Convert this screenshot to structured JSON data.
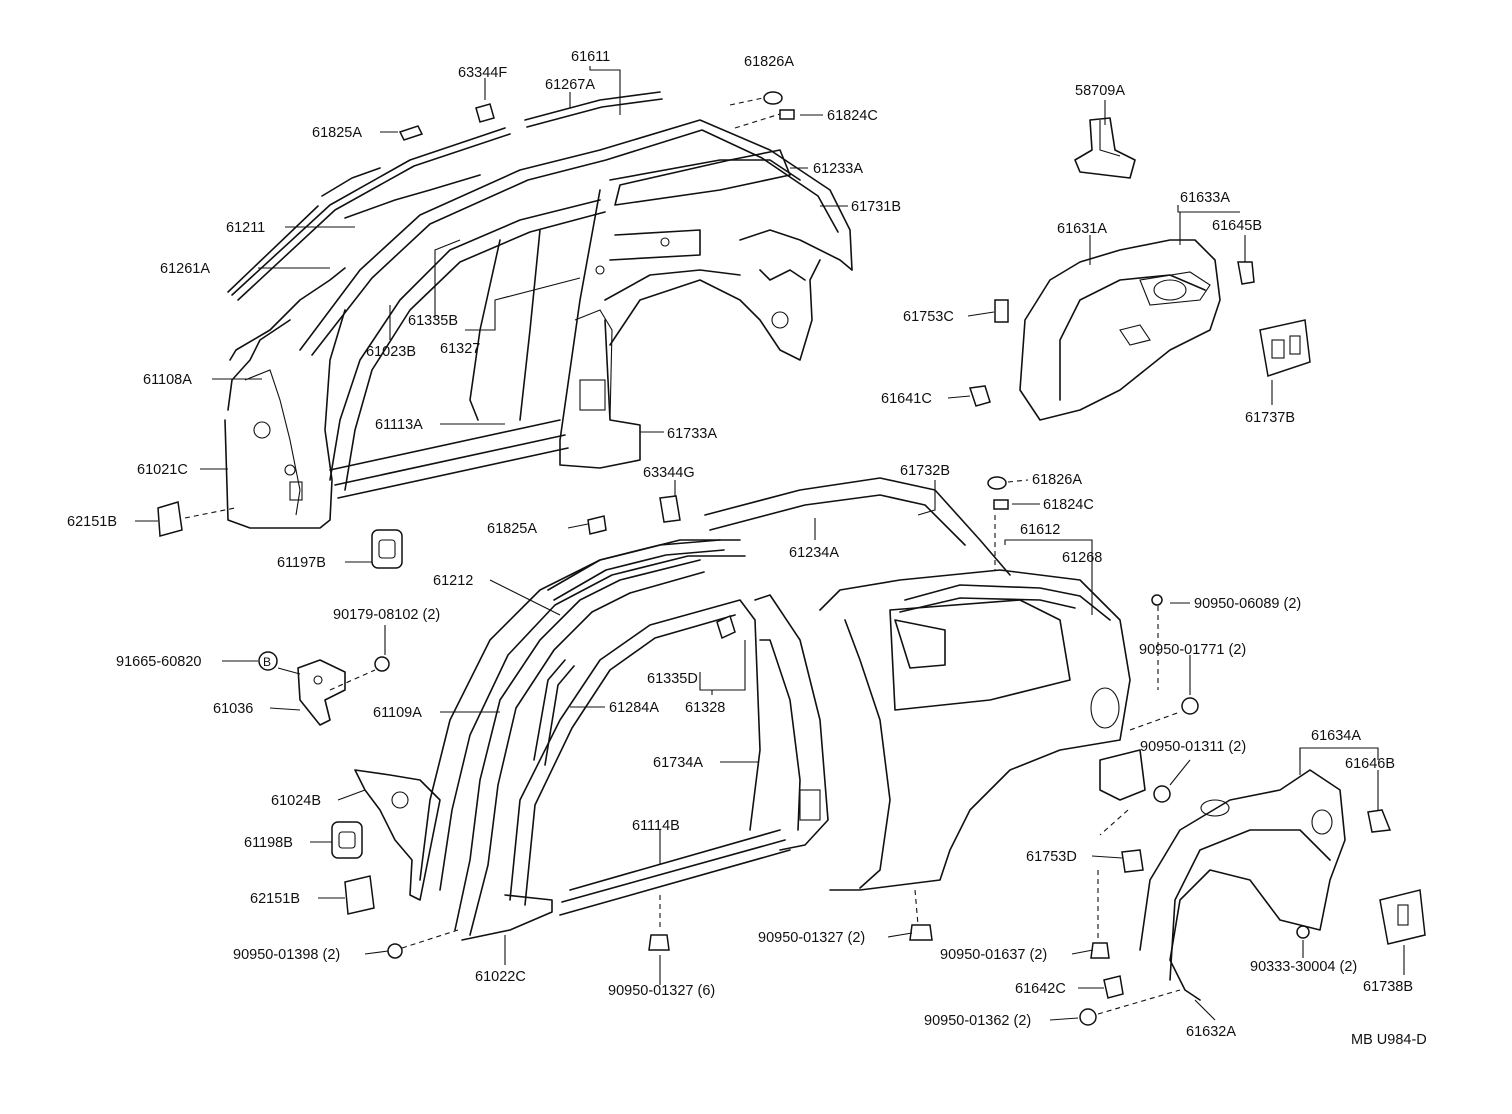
{
  "labels": {
    "l63344F": "63344F",
    "l61611": "61611",
    "l61267A": "61267A",
    "l61826A_top": "61826A",
    "l61824C_top": "61824C",
    "l58709A": "58709A",
    "l61825A_top": "61825A",
    "l61233A": "61233A",
    "l61731B": "61731B",
    "l61633A": "61633A",
    "l61631A": "61631A",
    "l61645B": "61645B",
    "l61211": "61211",
    "l61261A": "61261A",
    "l61335B": "61335B",
    "l61327": "61327",
    "l61023B": "61023B",
    "l61753C": "61753C",
    "l61737B": "61737B",
    "l61108A": "61108A",
    "l61641C": "61641C",
    "l61113A": "61113A",
    "l61733A": "61733A",
    "l61021C": "61021C",
    "l62151B_top": "62151B",
    "l63344G": "63344G",
    "l61732B": "61732B",
    "l61826A_mid": "61826A",
    "l61824C_mid": "61824C",
    "l61825A_mid": "61825A",
    "l61234A": "61234A",
    "l61612": "61612",
    "l61268": "61268",
    "l61197B": "61197B",
    "l61212": "61212",
    "l90950_06089": "90950-06089 (2)",
    "l90179_08102": "90179-08102 (2)",
    "l90950_01771": "90950-01771 (2)",
    "l91665_60820": "91665-60820",
    "l61335D": "61335D",
    "l61328": "61328",
    "l61036": "61036",
    "l61109A": "61109A",
    "l61284A": "61284A",
    "l90950_01311": "90950-01311 (2)",
    "l61634A": "61634A",
    "l61734A": "61734A",
    "l61646B": "61646B",
    "l61024B": "61024B",
    "l61114B": "61114B",
    "l61198B": "61198B",
    "l61753D": "61753D",
    "l62151B_bot": "62151B",
    "l90950_01327_2": "90950-01327 (2)",
    "l90950_01398": "90950-01398 (2)",
    "l90950_01637": "90950-01637 (2)",
    "l90333_30004": "90333-30004 (2)",
    "l61022C": "61022C",
    "l90950_01327_6": "90950-01327 (6)",
    "l61642C": "61642C",
    "l61738B": "61738B",
    "l90950_01362": "90950-01362 (2)",
    "l61632A": "61632A",
    "ref_code": "MB U984-D",
    "badge_B": "B"
  }
}
